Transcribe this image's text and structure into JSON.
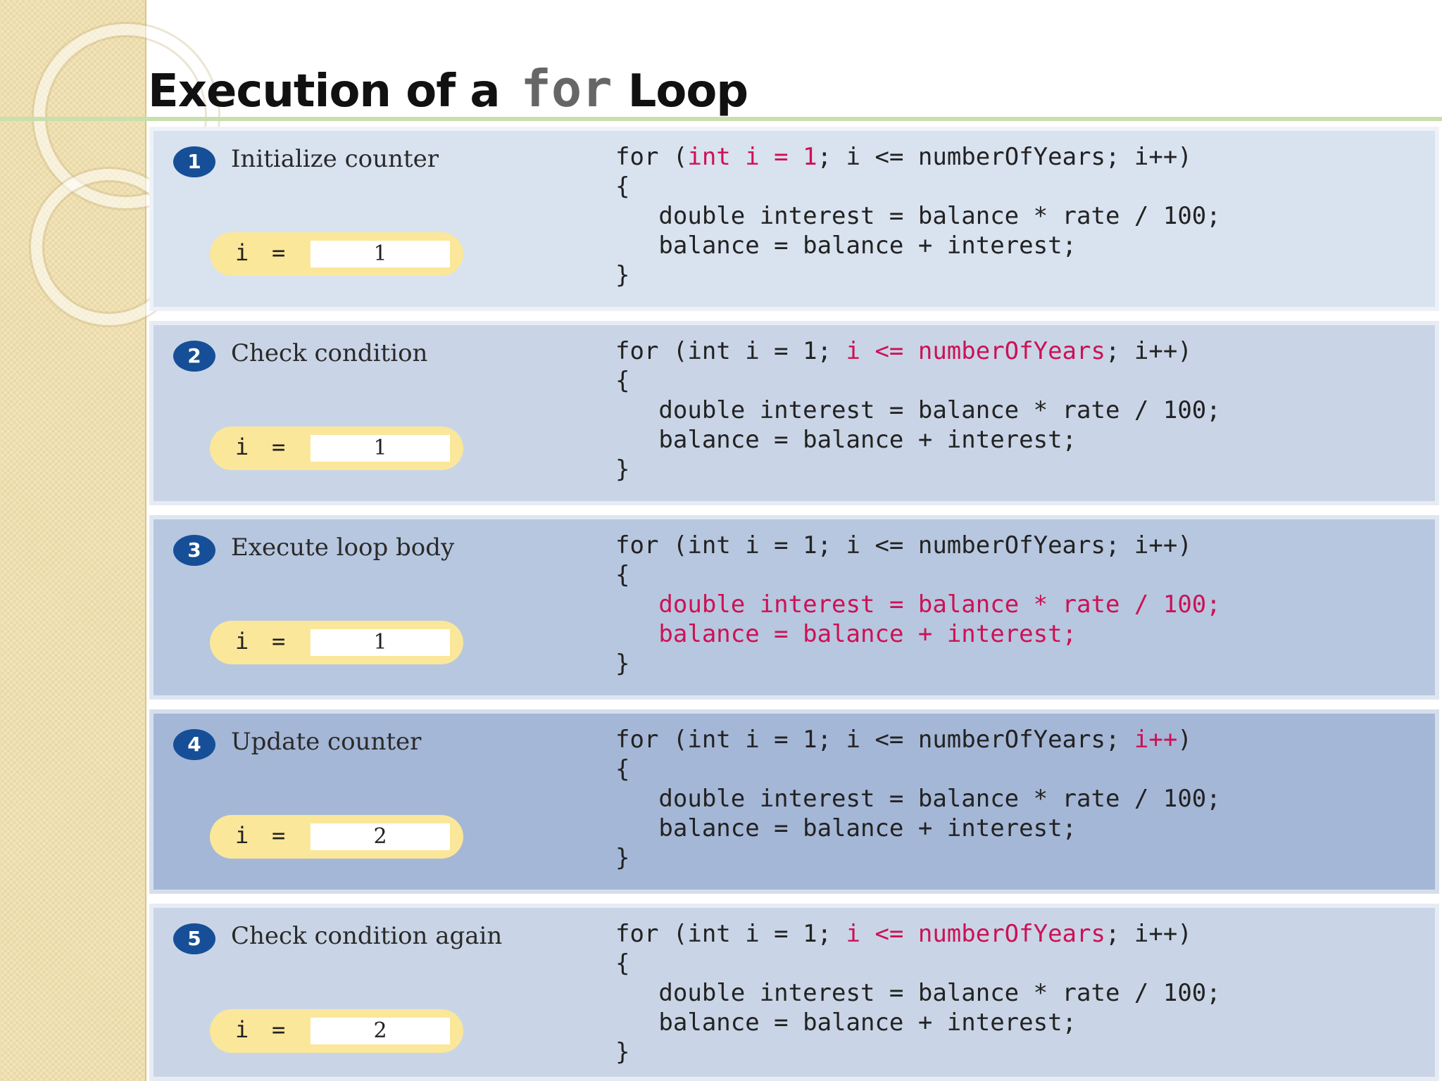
{
  "slide": {
    "title_before": "Execution of a",
    "title_keyword": "for",
    "title_after": "Loop"
  },
  "colors": {
    "highlight": "#cc1155",
    "badge": "#164f98",
    "pill": "#fbe79a",
    "panel_1": "#d9e2ef",
    "panel_2": "#c9d5e6",
    "panel_3": "#b7c7df",
    "panel_4": "#a5b7d6",
    "panel_5": "#c9d5e6"
  },
  "steps": [
    {
      "number": "1",
      "label": "Initialize counter",
      "var_name": "i",
      "var_eq": "=",
      "var_value": "1",
      "code": [
        [
          "for (",
          {
            "t": "int i = 1",
            "h": true
          },
          "; i <= numberOfYears; i++)"
        ],
        [
          "{"
        ],
        [
          "   double interest = balance * rate / 100;"
        ],
        [
          "   balance = balance + interest;"
        ],
        [
          "}"
        ]
      ]
    },
    {
      "number": "2",
      "label": "Check condition",
      "var_name": "i",
      "var_eq": "=",
      "var_value": "1",
      "code": [
        [
          "for (int i = 1; ",
          {
            "t": "i <= numberOfYears",
            "h": true
          },
          "; i++)"
        ],
        [
          "{"
        ],
        [
          "   double interest = balance * rate / 100;"
        ],
        [
          "   balance = balance + interest;"
        ],
        [
          "}"
        ]
      ]
    },
    {
      "number": "3",
      "label": "Execute loop body",
      "var_name": "i",
      "var_eq": "=",
      "var_value": "1",
      "code": [
        [
          "for (int i = 1; i <= numberOfYears; i++)"
        ],
        [
          "{"
        ],
        [
          "   ",
          {
            "t": "double interest = balance * rate / 100;",
            "h": true
          }
        ],
        [
          "   ",
          {
            "t": "balance = balance + interest;",
            "h": true
          }
        ],
        [
          "}"
        ]
      ]
    },
    {
      "number": "4",
      "label": "Update counter",
      "var_name": "i",
      "var_eq": "=",
      "var_value": "2",
      "code": [
        [
          "for (int i = 1; i <= numberOfYears; ",
          {
            "t": "i++",
            "h": true
          },
          ")"
        ],
        [
          "{"
        ],
        [
          "   double interest = balance * rate / 100;"
        ],
        [
          "   balance = balance + interest;"
        ],
        [
          "}"
        ]
      ]
    },
    {
      "number": "5",
      "label": "Check condition again",
      "var_name": "i",
      "var_eq": "=",
      "var_value": "2",
      "code": [
        [
          "for (int i = 1; ",
          {
            "t": "i <= numberOfYears",
            "h": true
          },
          "; i++)"
        ],
        [
          "{"
        ],
        [
          "   double interest = balance * rate / 100;"
        ],
        [
          "   balance = balance + interest;"
        ],
        [
          "}"
        ]
      ]
    }
  ]
}
